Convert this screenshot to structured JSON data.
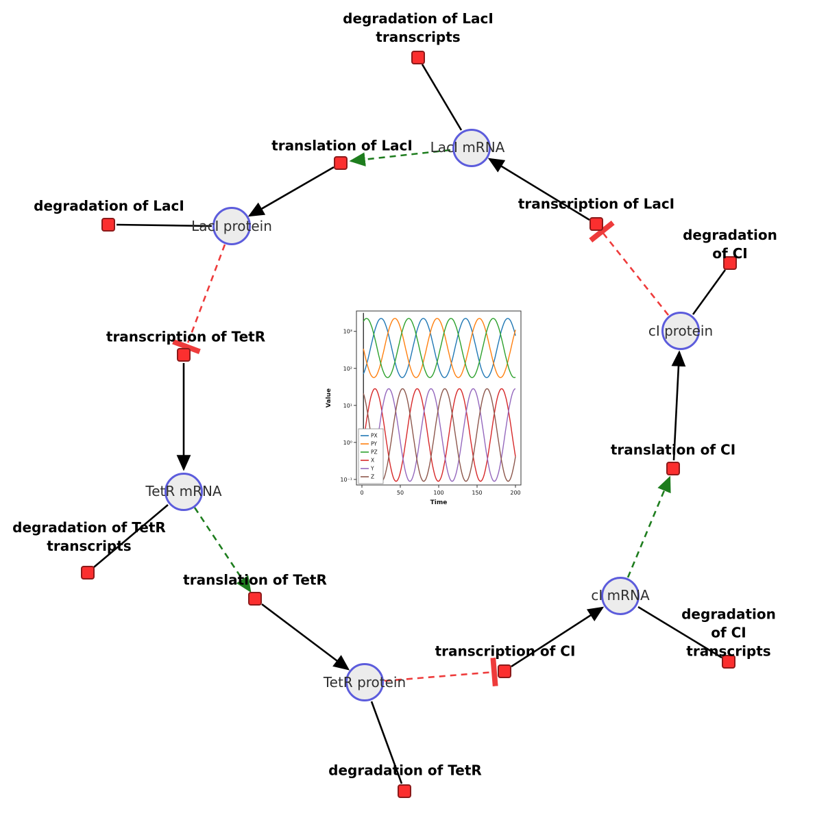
{
  "diagram": {
    "species": {
      "laci_mrna": "LacI mRNA",
      "laci_protein": "LacI protein",
      "tetr_mrna": "TetR mRNA",
      "tetr_protein": "TetR protein",
      "ci_mrna": "cI mRNA",
      "ci_protein": "cI protein"
    },
    "reactions": {
      "deg_laci_tx": "degradation of LacI\ntranscripts",
      "transl_laci": "translation of LacI",
      "txn_laci": "transcription of LacI",
      "deg_laci": "degradation of LacI",
      "deg_ci": "degradation of CI",
      "txn_tetr": "transcription of TetR",
      "transl_ci": "translation of CI",
      "deg_tetr_tx": "degradation of TetR\ntranscripts",
      "transl_tetr": "translation of TetR",
      "deg_ci_tx": "degradation of CI\ntranscripts",
      "txn_ci": "transcription of CI",
      "deg_tetr": "degradation of TetR"
    },
    "colors": {
      "species_fill": "#ececec",
      "species_border": "#5c5cdc",
      "reaction_fill": "#fb2f2f",
      "reaction_border": "#8b1a1a",
      "edge_black": "#000000",
      "edge_green": "#1e7d1e",
      "edge_red": "#ee3b3b"
    }
  },
  "chart_data": {
    "type": "line",
    "title": "",
    "xlabel": "Time",
    "ylabel": "Value",
    "xlim": [
      0,
      200
    ],
    "yscale": "log",
    "ylim_log10": [
      -1.15,
      3.55
    ],
    "xticks": [
      0,
      50,
      100,
      150,
      200
    ],
    "yticks": [
      {
        "log10": -1,
        "label": "10⁻¹"
      },
      {
        "log10": 0,
        "label": "10⁰"
      },
      {
        "log10": 1,
        "label": "10¹"
      },
      {
        "log10": 2,
        "label": "10²"
      },
      {
        "log10": 3,
        "label": "10³"
      }
    ],
    "legend_position": "center left",
    "series": [
      {
        "name": "PX",
        "color": "#1f77b4",
        "log10_mid": 2.55,
        "log10_amp": 0.8,
        "period": 55,
        "peak_t": 25
      },
      {
        "name": "PY",
        "color": "#ff7f0e",
        "log10_mid": 2.55,
        "log10_amp": 0.8,
        "period": 55,
        "peak_t": 43
      },
      {
        "name": "PZ",
        "color": "#2ca02c",
        "log10_mid": 2.55,
        "log10_amp": 0.8,
        "period": 55,
        "peak_t": 61
      },
      {
        "name": "X",
        "color": "#d62728",
        "log10_mid": 0.2,
        "log10_amp": 1.25,
        "period": 55,
        "peak_t": 17
      },
      {
        "name": "Y",
        "color": "#9467bd",
        "log10_mid": 0.2,
        "log10_amp": 1.25,
        "period": 55,
        "peak_t": 35
      },
      {
        "name": "Z",
        "color": "#8c564b",
        "log10_mid": 0.2,
        "log10_amp": 1.25,
        "period": 55,
        "peak_t": 53
      }
    ],
    "description": "Repressilator simulation: proteins PX/PY/PZ oscillate between ~50 and ~2200, mRNAs X/Y/Z oscillate between ~0.1 and ~28, period ~55 time units, initial transient spike near t=0."
  }
}
